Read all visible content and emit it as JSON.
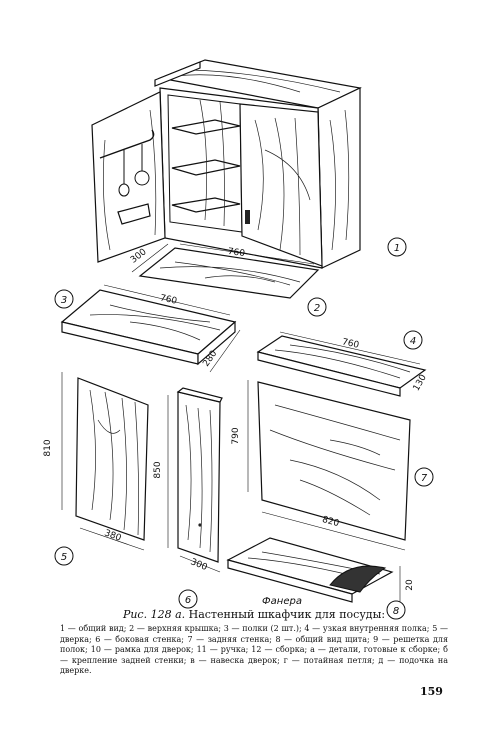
{
  "figure": {
    "dims": {
      "p2_width": "760",
      "p2_depth": "300",
      "p3_width": "760",
      "p3_depth": "280",
      "p4_width": "760",
      "p4_depth": "130",
      "p5_height": "810",
      "p5_width": "380",
      "p6_height": "850",
      "p6_width": "300",
      "p7_height": "790",
      "p7_width": "820",
      "p8_thickness": "20"
    },
    "markers": [
      "1",
      "2",
      "3",
      "4",
      "5",
      "6",
      "7",
      "8"
    ],
    "plywood_label": "Фанера"
  },
  "caption": {
    "number": "Рис. 128 а.",
    "title": "Настенный шкафчик для посуды:"
  },
  "legend": "1 — общий вид; 2 — верхняя крышка; 3 — полки (2 шт.); 4 — узкая внутренняя полка; 5 — дверка; 6 — боковая стенка; 7 — задняя стенка; 8 — общий вид щита; 9 — решетка для полок; 10 — рамка для дверок; 11 — ручка; 12 — сборка; а — детали, готовые к сборке; б — крепление задней стенки; в — навеска дверок; г — потайная петля; д — подочка на дверке.",
  "page_number": "159"
}
